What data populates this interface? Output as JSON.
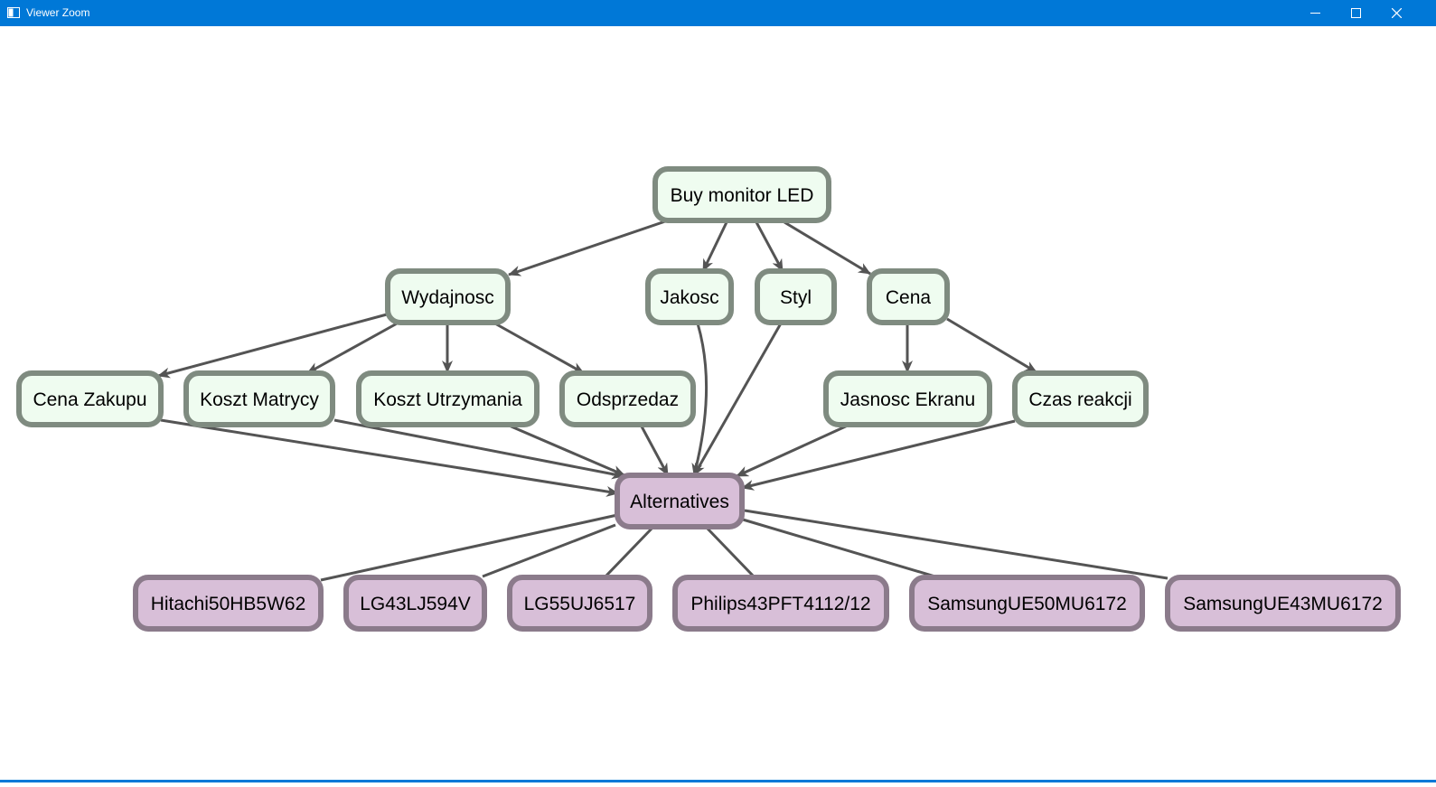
{
  "window": {
    "title": "Viewer Zoom",
    "controls": [
      "minimize-icon",
      "maximize-icon",
      "close-icon"
    ]
  },
  "colors": {
    "titlebar": "#0078d7",
    "goal_fill": "#effcf0",
    "goal_border": "#7f8b80",
    "alt_fill": "#d8bfd8",
    "alt_border": "#8b7b8b",
    "edge": "#545454"
  },
  "diagram": {
    "nodes": [
      {
        "id": "buy",
        "label": "Buy monitor LED",
        "kind": "goal"
      },
      {
        "id": "wyd",
        "label": "Wydajnosc",
        "kind": "goal"
      },
      {
        "id": "jak",
        "label": "Jakosc",
        "kind": "goal"
      },
      {
        "id": "styl",
        "label": "Styl",
        "kind": "goal"
      },
      {
        "id": "cena",
        "label": "Cena",
        "kind": "goal"
      },
      {
        "id": "cz",
        "label": "Cena Zakupu",
        "kind": "goal"
      },
      {
        "id": "km",
        "label": "Koszt Matrycy",
        "kind": "goal"
      },
      {
        "id": "ku",
        "label": "Koszt Utrzymania",
        "kind": "goal"
      },
      {
        "id": "ods",
        "label": "Odsprzedaz",
        "kind": "goal"
      },
      {
        "id": "je",
        "label": "Jasnosc Ekranu",
        "kind": "goal"
      },
      {
        "id": "cr",
        "label": "Czas reakcji",
        "kind": "goal"
      },
      {
        "id": "alt",
        "label": "Alternatives",
        "kind": "alt"
      },
      {
        "id": "a1",
        "label": "Hitachi50HB5W62",
        "kind": "alt"
      },
      {
        "id": "a2",
        "label": "LG43LJ594V",
        "kind": "alt"
      },
      {
        "id": "a3",
        "label": "LG55UJ6517",
        "kind": "alt"
      },
      {
        "id": "a4",
        "label": "Philips43PFT4112/12",
        "kind": "alt"
      },
      {
        "id": "a5",
        "label": "SamsungUE50MU6172",
        "kind": "alt"
      },
      {
        "id": "a6",
        "label": "SamsungUE43MU6172",
        "kind": "alt"
      }
    ],
    "edges": [
      {
        "from": "buy",
        "to": "wyd",
        "arrow": true
      },
      {
        "from": "buy",
        "to": "jak",
        "arrow": true
      },
      {
        "from": "buy",
        "to": "styl",
        "arrow": true
      },
      {
        "from": "buy",
        "to": "cena",
        "arrow": true
      },
      {
        "from": "wyd",
        "to": "cz",
        "arrow": true
      },
      {
        "from": "wyd",
        "to": "km",
        "arrow": true
      },
      {
        "from": "wyd",
        "to": "ku",
        "arrow": true
      },
      {
        "from": "wyd",
        "to": "ods",
        "arrow": true
      },
      {
        "from": "cena",
        "to": "je",
        "arrow": true
      },
      {
        "from": "cena",
        "to": "cr",
        "arrow": true
      },
      {
        "from": "cz",
        "to": "alt",
        "arrow": true
      },
      {
        "from": "km",
        "to": "alt",
        "arrow": true
      },
      {
        "from": "ku",
        "to": "alt",
        "arrow": true
      },
      {
        "from": "ods",
        "to": "alt",
        "arrow": true
      },
      {
        "from": "jak",
        "to": "alt",
        "arrow": true
      },
      {
        "from": "styl",
        "to": "alt",
        "arrow": true
      },
      {
        "from": "je",
        "to": "alt",
        "arrow": true
      },
      {
        "from": "cr",
        "to": "alt",
        "arrow": true
      },
      {
        "from": "alt",
        "to": "a1",
        "arrow": false
      },
      {
        "from": "alt",
        "to": "a2",
        "arrow": false
      },
      {
        "from": "alt",
        "to": "a3",
        "arrow": false
      },
      {
        "from": "alt",
        "to": "a4",
        "arrow": false
      },
      {
        "from": "alt",
        "to": "a5",
        "arrow": false
      },
      {
        "from": "alt",
        "to": "a6",
        "arrow": false
      }
    ]
  }
}
